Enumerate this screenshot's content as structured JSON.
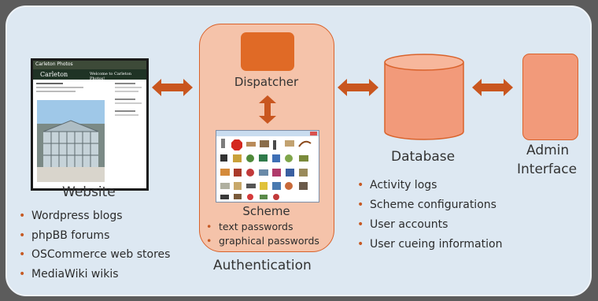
{
  "website": {
    "title": "Website",
    "screenshot": {
      "site_name": "Carleton Photos",
      "university": "Carleton",
      "welcome": "Welcome to Carleton Photos!"
    },
    "items": [
      "Wordpress blogs",
      "phpBB forums",
      "OSCommerce web stores",
      "MediaWiki wikis"
    ]
  },
  "authentication": {
    "title": "Authentication",
    "dispatcher_label": "Dispatcher",
    "scheme_label": "Scheme",
    "scheme_items": [
      "text passwords",
      "graphical passwords"
    ]
  },
  "database": {
    "title": "Database",
    "items": [
      "Activity logs",
      "Scheme configurations",
      "User accounts",
      "User cueing information"
    ]
  },
  "admin": {
    "line1": "Admin",
    "line2": "Interface"
  },
  "colors": {
    "accent": "#d9622b",
    "arrow": "#c9561f",
    "auth_bg": "#f5c3aa",
    "database": "#f29a7a",
    "panel": "#dde8f2",
    "frame": "#5c5c5c"
  }
}
